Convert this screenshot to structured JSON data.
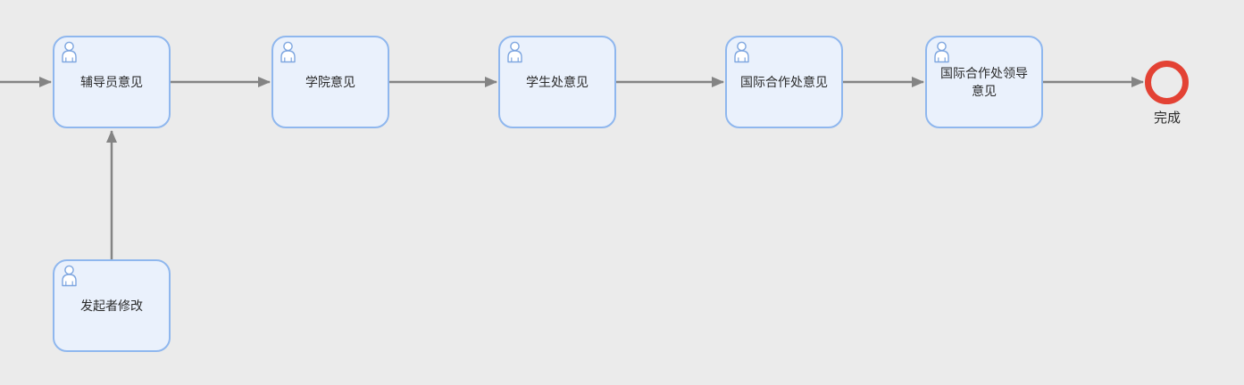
{
  "diagram": {
    "type": "workflow-process",
    "tasks": [
      {
        "id": "counselor-opinion",
        "label": "辅导员意见",
        "icon": "user-icon"
      },
      {
        "id": "college-opinion",
        "label": "学院意见",
        "icon": "user-icon"
      },
      {
        "id": "student-affairs-opinion",
        "label": "学生处意见",
        "icon": "user-icon"
      },
      {
        "id": "intl-coop-opinion",
        "label": "国际合作处意见",
        "icon": "user-icon"
      },
      {
        "id": "intl-coop-leader-opinion",
        "label": "国际合作处领导意见",
        "icon": "user-icon"
      },
      {
        "id": "initiator-revise",
        "label": "发起者修改",
        "icon": "user-icon"
      }
    ],
    "end_event": {
      "id": "end",
      "label": "完成"
    },
    "connections": [
      {
        "from": "start-offscreen-left",
        "to": "counselor-opinion"
      },
      {
        "from": "counselor-opinion",
        "to": "college-opinion"
      },
      {
        "from": "college-opinion",
        "to": "student-affairs-opinion"
      },
      {
        "from": "student-affairs-opinion",
        "to": "intl-coop-opinion"
      },
      {
        "from": "intl-coop-opinion",
        "to": "intl-coop-leader-opinion"
      },
      {
        "from": "intl-coop-leader-opinion",
        "to": "end"
      },
      {
        "from": "initiator-revise",
        "to": "counselor-opinion"
      }
    ],
    "colors": {
      "background": "#ebebeb",
      "task_fill": "#eaf1fc",
      "task_border": "#8fb7ee",
      "icon_stroke": "#7ea6e0",
      "arrow": "#848484",
      "end_event": "#e34234",
      "text": "#2b2b2b"
    }
  }
}
